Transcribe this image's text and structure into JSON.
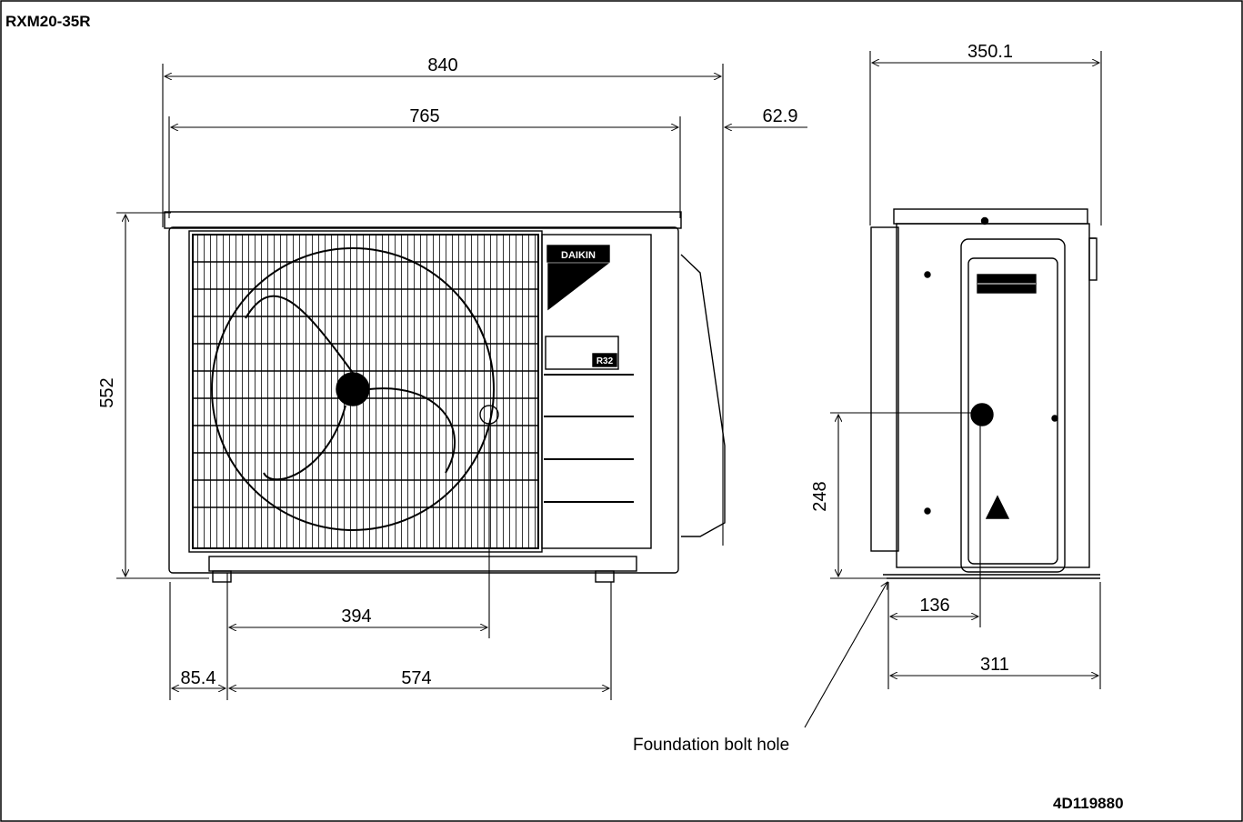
{
  "header": {
    "model": "RXM20-35R"
  },
  "footer": {
    "document_number": "4D119880"
  },
  "dimensions": {
    "width_total": "840",
    "width_body": "765",
    "offset_right": "62.9",
    "height_total": "552",
    "bolt_span_394": "394",
    "bolt_span_574": "574",
    "offset_left": "85.4",
    "depth_top": "350.1",
    "height_side": "248",
    "side_136": "136",
    "depth_base": "311"
  },
  "annotations": {
    "foundation_bolt_hole": "Foundation bolt hole"
  },
  "brand": {
    "logo_text": "DAIKIN",
    "refrigerant_badge": "R32"
  }
}
